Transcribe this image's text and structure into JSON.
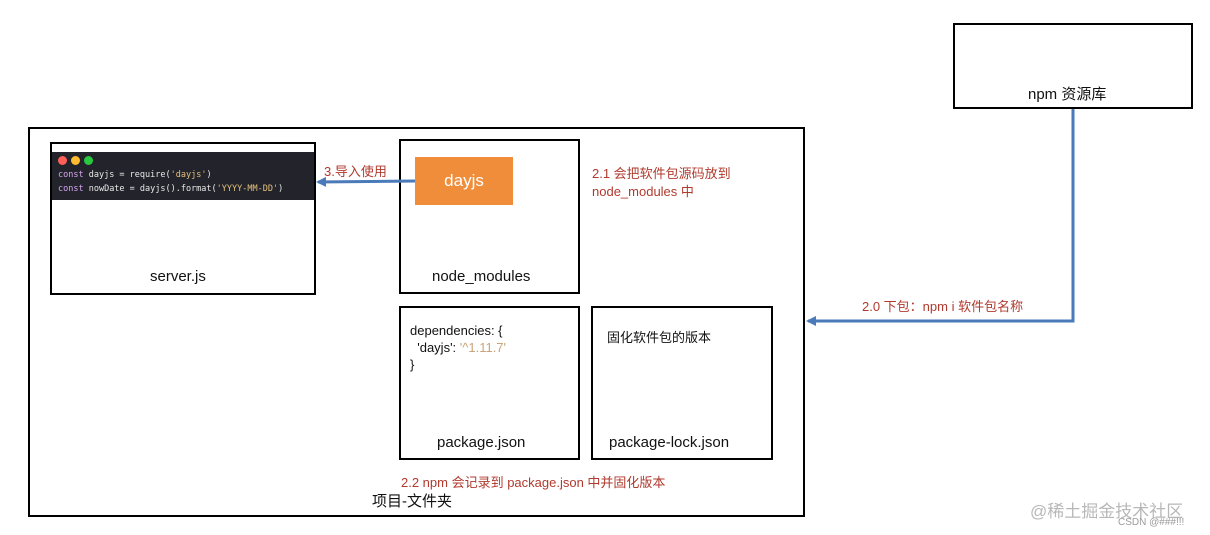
{
  "registry": {
    "label": "npm 资源库"
  },
  "project": {
    "label": "项目-文件夹"
  },
  "server_js": {
    "label": "server.js",
    "code": {
      "line1_kw": "const ",
      "line1_rest": "dayjs = require(",
      "line1_str": "'dayjs'",
      "line1_end": ")",
      "line2_kw": "const ",
      "line2_rest": "nowDate = dayjs().format(",
      "line2_str": "'YYYY-MM-DD'",
      "line2_end": ")"
    }
  },
  "node_modules": {
    "label": "node_modules",
    "badge": "dayjs"
  },
  "package_json": {
    "label": "package.json",
    "line1": "dependencies: {",
    "line2_key": "'dayjs': ",
    "line2_val": "'^1.11.7'",
    "line3": "}"
  },
  "package_lock": {
    "label": "package-lock.json",
    "desc": "固化软件包的版本"
  },
  "steps": {
    "step_2_0": "2.0 下包：npm i 软件包名称",
    "step_2_1_line1": "2.1 会把软件包源码放到",
    "step_2_1_line2": "node_modules 中",
    "step_2_2": "2.2 npm 会记录到 package.json 中并固化版本",
    "step_3": "3.导入使用"
  },
  "watermark": {
    "line1": "@稀土掘金技术社区",
    "line2": "CSDN @###!!!"
  },
  "colors": {
    "arrow": "#4a7ab8",
    "step_text": "#b03a2e",
    "badge_bg": "#ef8d3a",
    "code_bg": "#23242b",
    "dot_red": "#ff5f57",
    "dot_yellow": "#febc2e",
    "dot_green": "#28c840"
  }
}
